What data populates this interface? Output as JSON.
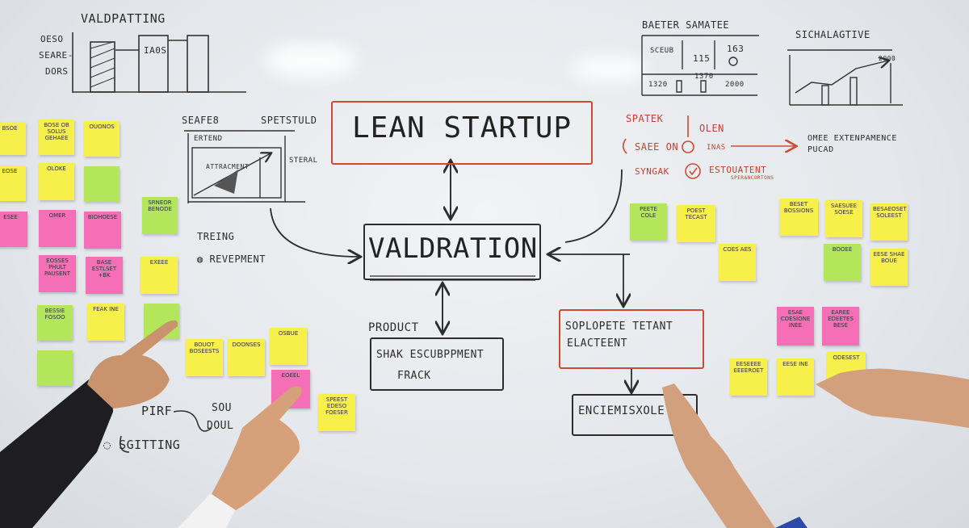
{
  "board": {
    "title": "LEAN STARTUP",
    "center": "VALDRATION",
    "top_left_title": "VALDPATTING",
    "top_left_labels": [
      "OESO",
      "SEARE-",
      "DORS",
      "IA0S"
    ],
    "top_right_table": {
      "title": "BAETER SAMATEE",
      "cells": [
        "SCEUB",
        "115",
        "163",
        "1320",
        "1370",
        "2000"
      ]
    },
    "top_right_chart_title": "SICHALAGTIVE",
    "top_right_chart_value": "2000",
    "left_chart_titles": [
      "SEAFE8",
      "SPETSTULD"
    ],
    "left_chart_labels": [
      "ERTEND",
      "ATTRACMENT",
      "STERAL"
    ],
    "trend_label": "TREING",
    "development_label": "REVEPMENT",
    "product_label": "PRODUCT",
    "product_box": [
      "SHAK ESCUBPPMENT",
      "FRACK"
    ],
    "solution_box": [
      "SOPLOPETE TETANT",
      "ELACTEENT"
    ],
    "bottom_box": "ENCIEMISXOLE",
    "red_notes": [
      "SPATEK",
      "SAEE ON",
      "SYNGAK",
      "OLEN",
      "INAS",
      "ESTOUATENT",
      "SPERANCORTONS"
    ],
    "right_label": [
      "OMEE EXTENPAMENCE",
      "PUCAD"
    ],
    "bottom_left": [
      "PIRF",
      "SOU",
      "DOUL",
      "SGITTING"
    ]
  },
  "notes": [
    {
      "id": "n1",
      "color": "y",
      "text": "BSOE"
    },
    {
      "id": "n2",
      "color": "y",
      "text": "BOSE OB SOLUS GEHAEE"
    },
    {
      "id": "n3",
      "color": "y",
      "text": "OUONOS"
    },
    {
      "id": "n4",
      "color": "y",
      "text": "EOSE"
    },
    {
      "id": "n5",
      "color": "y",
      "text": "OLOKE"
    },
    {
      "id": "n6",
      "color": "g",
      "text": ""
    },
    {
      "id": "n7",
      "color": "p",
      "text": "ESEE"
    },
    {
      "id": "n8",
      "color": "p",
      "text": "OMER"
    },
    {
      "id": "n9",
      "color": "p",
      "text": "BIDHOESE"
    },
    {
      "id": "n10",
      "color": "g",
      "text": "SRNEOR BENODE"
    },
    {
      "id": "n11",
      "color": "p",
      "text": "EOSSES PHULT PAUSENT"
    },
    {
      "id": "n12",
      "color": "p",
      "text": "BASE ESTLSET +BK"
    },
    {
      "id": "n13",
      "color": "y",
      "text": "EXEEE"
    },
    {
      "id": "n14",
      "color": "g",
      "text": "BESSIE FOSOO"
    },
    {
      "id": "n15",
      "color": "y",
      "text": "FEAK INE"
    },
    {
      "id": "n16",
      "color": "g",
      "text": ""
    },
    {
      "id": "n17",
      "color": "g",
      "text": ""
    },
    {
      "id": "n18",
      "color": "y",
      "text": "BOUOT BOSEESTS"
    },
    {
      "id": "n19",
      "color": "y",
      "text": "DOONSES"
    },
    {
      "id": "n20",
      "color": "y",
      "text": "OSBUE"
    },
    {
      "id": "n21",
      "color": "p",
      "text": "EOEEL"
    },
    {
      "id": "n22",
      "color": "y",
      "text": "SPEEST EDESO FOESER"
    },
    {
      "id": "n23",
      "color": "g",
      "text": "PEETE COLE"
    },
    {
      "id": "n24",
      "color": "y",
      "text": "POEST TECAST"
    },
    {
      "id": "n25",
      "color": "y",
      "text": "COES AES"
    },
    {
      "id": "n26",
      "color": "y",
      "text": "BESET BOSSIONS"
    },
    {
      "id": "n27",
      "color": "y",
      "text": "SAESUEE SOESE"
    },
    {
      "id": "n28",
      "color": "y",
      "text": "BESAEOSET SOLEEST"
    },
    {
      "id": "n29",
      "color": "g",
      "text": "BOOEE"
    },
    {
      "id": "n30",
      "color": "y",
      "text": "EESE SHAE BOUE"
    },
    {
      "id": "n31",
      "color": "p",
      "text": "ESAE COESIONE INEE"
    },
    {
      "id": "n32",
      "color": "p",
      "text": "EAREE EDEETES BESE"
    },
    {
      "id": "n33",
      "color": "y",
      "text": "EESEEEE EEEEROET"
    },
    {
      "id": "n34",
      "color": "y",
      "text": "EESE INE"
    },
    {
      "id": "n35",
      "color": "y",
      "text": "ODESEST"
    }
  ]
}
